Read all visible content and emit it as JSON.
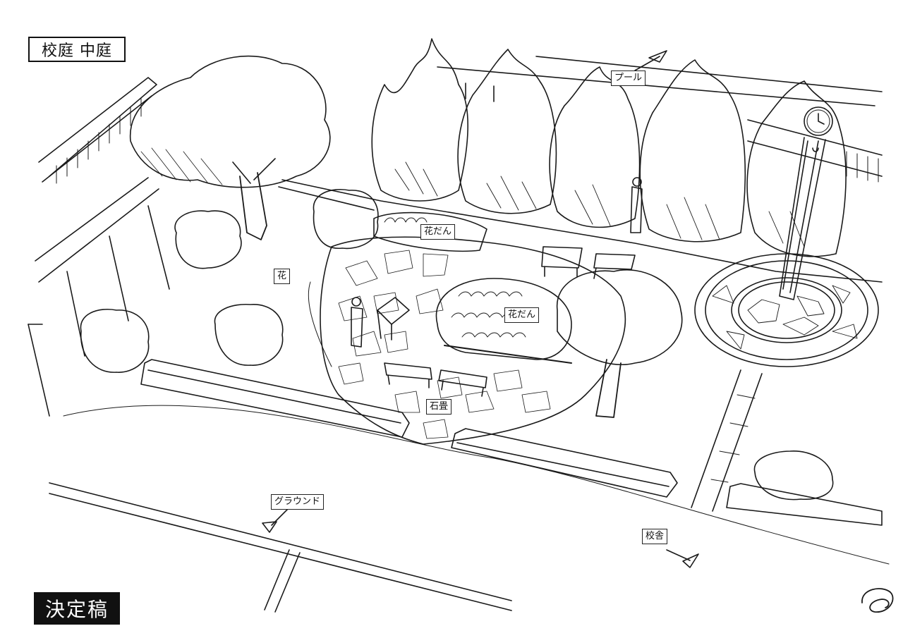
{
  "title": "校庭 中庭",
  "stamp": "決定稿",
  "labels": {
    "pool": "プール",
    "flowerbed_back": "花だん",
    "flowerbed_center": "花だん",
    "flower": "花",
    "stone_paving": "石畳",
    "ground": "グラウンド",
    "school_building": "校舎"
  }
}
